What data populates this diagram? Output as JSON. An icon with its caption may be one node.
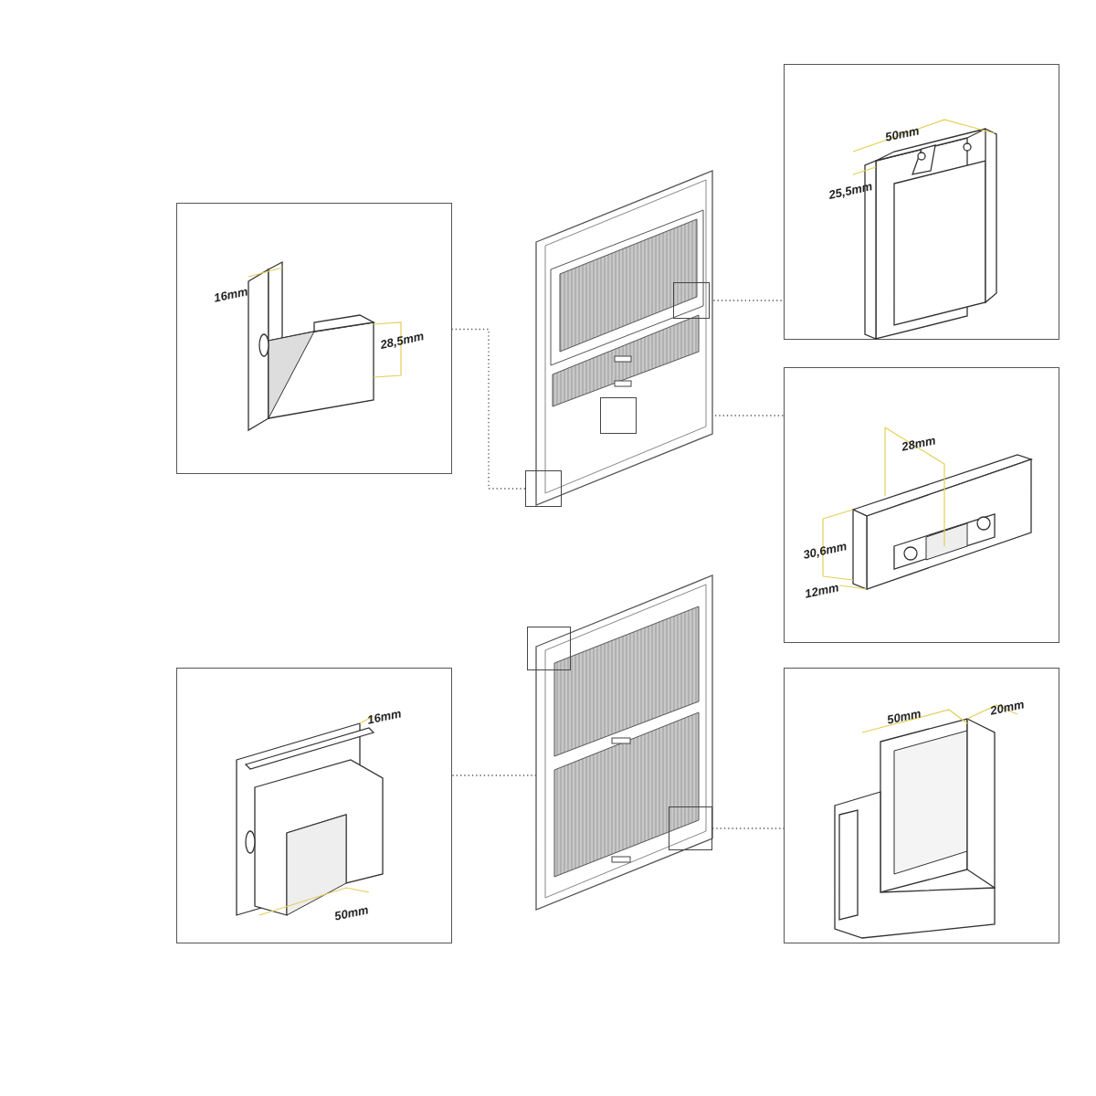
{
  "diagram": {
    "nodes": [
      {
        "text": [
          "50mm",
          "25,5mm"
        ]
      },
      {
        "text": [
          "16mm",
          "28,5mm"
        ]
      },
      {
        "text": [],
        "shape": "picture"
      },
      {
        "text": [],
        "shape": "box",
        "in": 2
      },
      {
        "text": [],
        "shape": "box",
        "in": 2
      },
      {
        "text": [],
        "shape": "box",
        "in": 2
      },
      {
        "text": [
          "28mm",
          "30,6mm",
          "12mm"
        ]
      },
      {
        "text": [],
        "shape": "picture"
      },
      {
        "text": [],
        "shape": "box",
        "in": 7
      },
      {
        "text": [],
        "shape": "box",
        "in": 7
      },
      {
        "text": [
          "16mm",
          "50mm"
        ]
      },
      {
        "text": [
          "50mm",
          "20mm"
        ]
      }
    ],
    "edges": [
      {
        "from": 3,
        "to": 0,
        "arrow": "none"
      },
      {
        "from": 5,
        "to": 1,
        "arrow": "none"
      },
      {
        "from": 4,
        "to": 6,
        "arrow": "none"
      },
      {
        "from": 8,
        "to": 10,
        "arrow": "none"
      },
      {
        "from": 9,
        "to": 11,
        "arrow": "none"
      }
    ]
  }
}
